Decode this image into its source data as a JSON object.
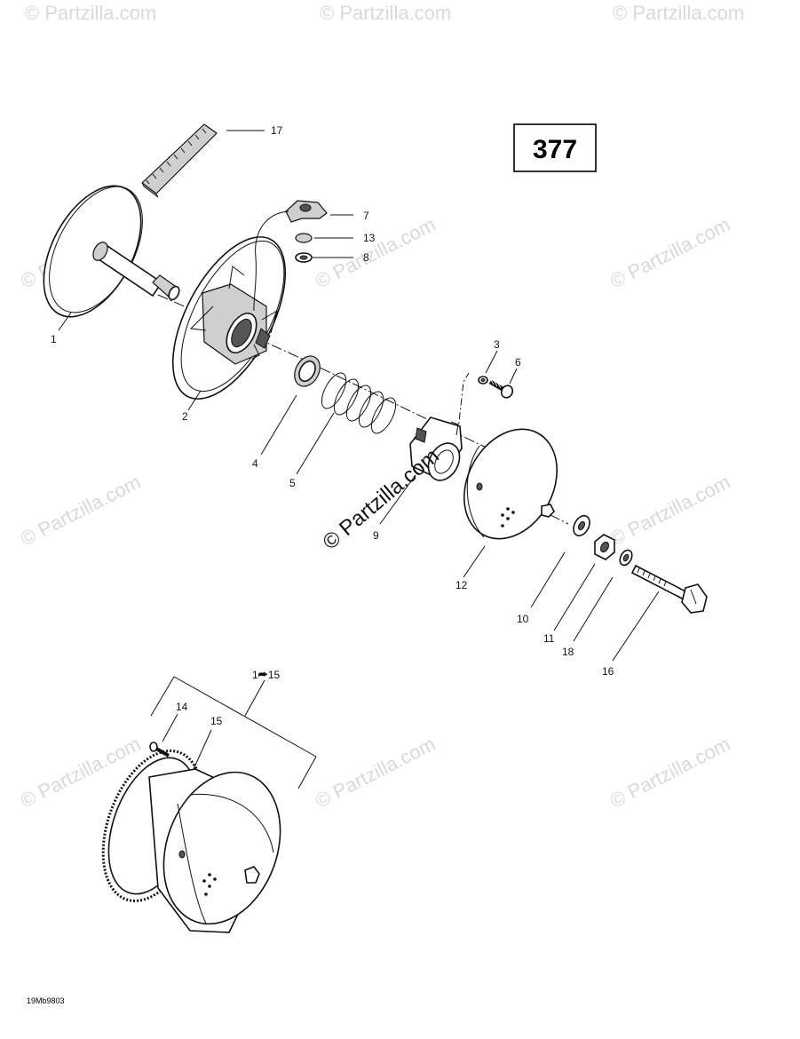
{
  "diagram": {
    "reference_number": "377",
    "diagram_code": "19Mb9803",
    "watermark_text": "© Partzilla.com",
    "center_watermark_text": "© Partzilla.com",
    "callouts": {
      "c1": "1",
      "c2": "2",
      "c3": "3",
      "c4": "4",
      "c5": "5",
      "c6": "6",
      "c7": "7",
      "c8": "8",
      "c9": "9",
      "c10": "10",
      "c11": "11",
      "c12": "12",
      "c13": "13",
      "c14": "14",
      "c15": "15",
      "c16": "16",
      "c17": "17",
      "c18": "18",
      "assembly": "1⮫15"
    }
  }
}
